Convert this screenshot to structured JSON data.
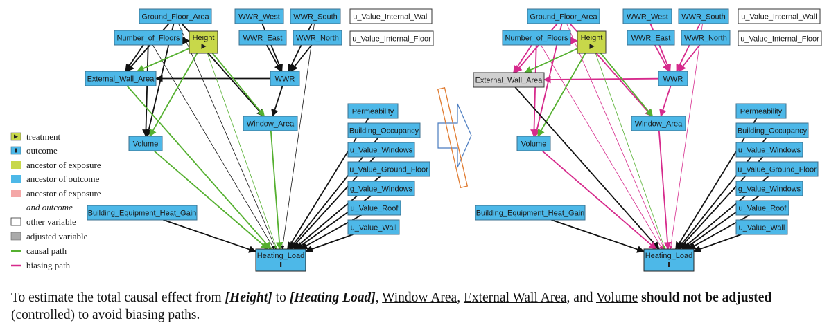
{
  "colors": {
    "outcome": "#4db8e8",
    "exposure": "#c8d84a",
    "adjusted": "#d0d0d0",
    "other": "#ffffff",
    "border": "#3c6f8c",
    "black_edge": "#111111",
    "causal": "#55b030",
    "biasing": "#d62a8c",
    "ancestor_both": "#f4a7a7",
    "arrow_outline": "#e07b30",
    "arrow_fill": "#ffffff",
    "arrow_stroke": "#4a7bbf"
  },
  "nodes": {
    "ground_floor_area": "Ground_Floor_Area",
    "number_of_floors": "Number_of_Floors",
    "height": "Height",
    "wwr_west": "WWR_West",
    "wwr_south": "WWR_South",
    "wwr_east": "WWR_East",
    "wwr_north": "WWR_North",
    "u_value_internal_wall": "u_Value_Internal_Wall",
    "u_value_internal_floor": "u_Value_Internal_Floor",
    "external_wall_area": "External_Wall_Area",
    "wwr": "WWR",
    "window_area": "Window_Area",
    "volume": "Volume",
    "permeability": "Permeability",
    "building_occupancy": "Building_Occupancy",
    "u_value_windows": "u_Value_Windows",
    "u_value_ground_floor": "u_Value_Ground_Floor",
    "g_value_windows": "g_Value_Windows",
    "u_value_roof": "u_Value_Roof",
    "u_value_wall": "u_Value_Wall",
    "building_equipment_heat_gain": "Building_Equipment_Heat_Gain",
    "heating_load": "Heating_Load"
  },
  "legend": [
    {
      "key": "treatment",
      "label": "treatment"
    },
    {
      "key": "outcome",
      "label": "outcome"
    },
    {
      "key": "ancestor_exposure",
      "label": "ancestor of exposure"
    },
    {
      "key": "ancestor_outcome",
      "label": "ancestor of outcome"
    },
    {
      "key": "ancestor_both",
      "label": "ancestor of exposure"
    },
    {
      "key": "ancestor_both_2",
      "label": "and outcome"
    },
    {
      "key": "other",
      "label": "other variable"
    },
    {
      "key": "adjusted",
      "label": "adjusted variable"
    },
    {
      "key": "causal",
      "label": "causal path"
    },
    {
      "key": "biasing",
      "label": "biasing path"
    }
  ],
  "caption": {
    "p1": "To estimate the total causal effect from ",
    "treatment": "[Height]",
    "p2": " to ",
    "outcome": "[Heating Load]",
    "p3": ", ",
    "v1": "Window Area",
    "p4": ", ",
    "v2": "External Wall Area",
    "p5": ", and ",
    "v3": "Volume",
    "p6": " ",
    "bold": "should not be adjusted",
    "p7": " (controlled) to avoid biasing paths."
  }
}
